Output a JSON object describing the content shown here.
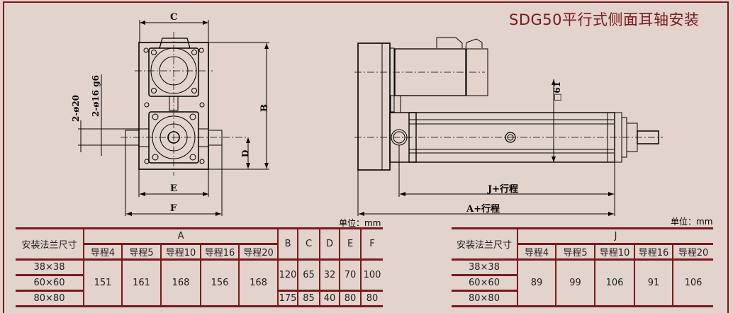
{
  "title": "SDG50平行式侧面耳轴安装",
  "front_view": {
    "labels": {
      "c": "C",
      "b": "B",
      "d": "D",
      "e": "E",
      "f": "F",
      "dia20": "2-ø20",
      "dia16": "2-ø16 g6"
    }
  },
  "side_view": {
    "labels": {
      "square": "□61",
      "j_stroke": "J+行程",
      "a_stroke": "A+行程"
    }
  },
  "unit_label": "单位：mm",
  "table1": {
    "flange_header": "安装法兰尺寸",
    "a_header": "A",
    "lead_headers": [
      "导程4",
      "导程5",
      "导程10",
      "导程16",
      "导程20"
    ],
    "other_headers": [
      "B",
      "C",
      "D",
      "E",
      "F"
    ],
    "flange_sizes": [
      "38×38",
      "60×60",
      "80×80"
    ],
    "a_values": [
      "151",
      "161",
      "168",
      "156",
      "168"
    ],
    "other_values_small": [
      "120",
      "65",
      "32",
      "70",
      "100"
    ],
    "other_values_large": [
      "175",
      "85",
      "40",
      "80",
      "80"
    ]
  },
  "table2": {
    "flange_header": "安装法兰尺寸",
    "j_header": "J",
    "lead_headers": [
      "导程4",
      "导程5",
      "导程10",
      "导程16",
      "导程20"
    ],
    "flange_sizes": [
      "38×38",
      "60×60",
      "80×80"
    ],
    "j_values": [
      "89",
      "99",
      "106",
      "91",
      "106"
    ]
  }
}
